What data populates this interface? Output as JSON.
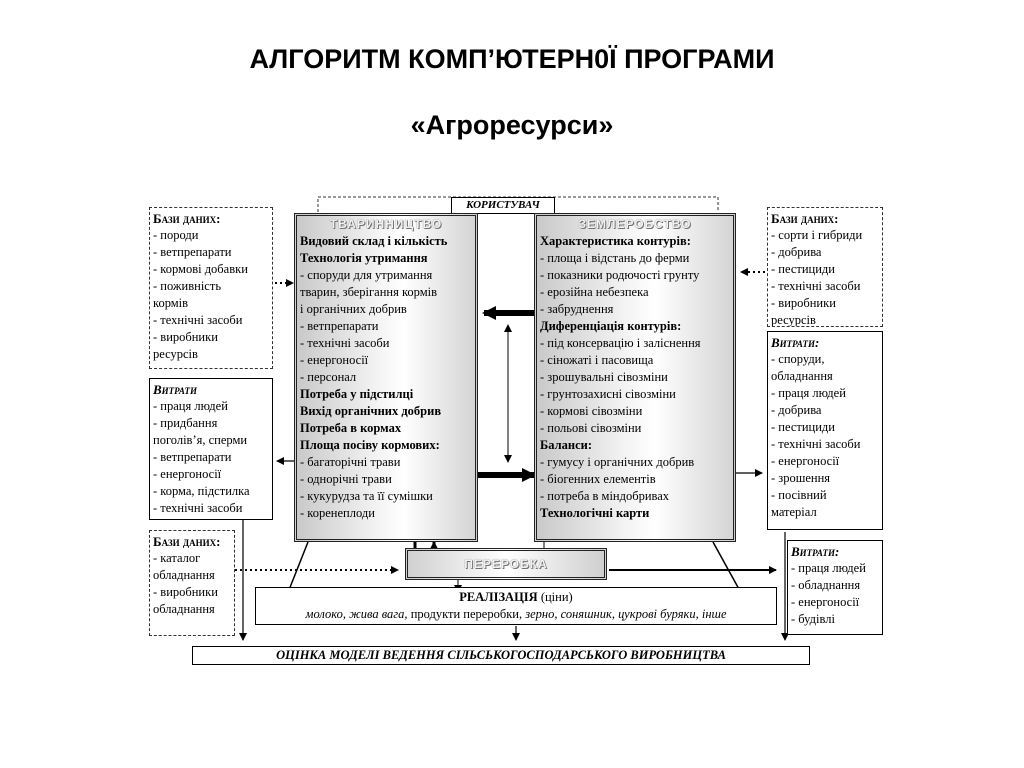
{
  "title": {
    "line1": "АЛГОРИТМ КОМП’ЮТЕРН0Ї ПРОГРАМИ",
    "line2": "«Агроресурси»"
  },
  "user_label": "КОРИСТУВАЧ",
  "left_boxes": [
    {
      "heading": "Бази даних:",
      "items": [
        "- породи",
        "- ветпрепарати",
        "- кормові добавки",
        "- поживність",
        "кормів",
        "- технічні засоби",
        "- виробники",
        "ресурсів"
      ]
    },
    {
      "heading": "Витрати",
      "items": [
        "- праця людей",
        "- придбання",
        "поголів’я, сперми",
        "- ветпрепарати",
        "- енергоносії",
        "- корма, підстилка",
        "- технічні засоби"
      ]
    },
    {
      "heading": "Бази даних:",
      "items": [
        "- каталог",
        "обладнання",
        "- виробники",
        "обладнання"
      ]
    }
  ],
  "right_boxes": [
    {
      "heading": "Бази даних:",
      "items": [
        "- сорти і гибриди",
        "- добрива",
        "- пестициди",
        "- технічні засоби",
        "- виробники",
        "ресурсів"
      ]
    },
    {
      "heading": "Витрати:",
      "items": [
        "- споруди,",
        "обладнання",
        "- праця людей",
        "- добрива",
        "- пестициди",
        "- технічні засоби",
        "- енергоносії",
        "- зрошення",
        "- посівний",
        "матеріал"
      ]
    },
    {
      "heading": "Витрати:",
      "items": [
        "- праця людей",
        "- обладнання",
        "- енергоносії",
        "- будівлі"
      ]
    }
  ],
  "livestock_panel": {
    "header": "ТВАРИННИЦТВО",
    "lines": [
      {
        "text": "Видовий склад і кількість",
        "bold": true
      },
      {
        "text": "Технологія утримання",
        "bold": true
      },
      {
        "text": "- споруди для утримання",
        "bold": false
      },
      {
        "text": "тварин, зберігання кормів",
        "bold": false
      },
      {
        "text": "і органічних добрив",
        "bold": false
      },
      {
        "text": "- ветпрепарати",
        "bold": false
      },
      {
        "text": "- технічні засоби",
        "bold": false
      },
      {
        "text": "- енергоносії",
        "bold": false
      },
      {
        "text": "- персонал",
        "bold": false
      },
      {
        "text": "Потреба у підстилці",
        "bold": true
      },
      {
        "text": "Вихід органічних добрив",
        "bold": true
      },
      {
        "text": "Потреба в кормах",
        "bold": true
      },
      {
        "text": "Площа посіву кормових:",
        "bold": true
      },
      {
        "text": "- багаторічні трави",
        "bold": false
      },
      {
        "text": "- однорічні трави",
        "bold": false
      },
      {
        "text": "- кукурудза та її сумішки",
        "bold": false
      },
      {
        "text": "- коренеплоди",
        "bold": false
      }
    ]
  },
  "crop_panel": {
    "header": "ЗЕМЛЕРОБСТВО",
    "lines": [
      {
        "text": "Характеристика контурів:",
        "bold": true
      },
      {
        "text": "- площа і відстань до ферми",
        "bold": false
      },
      {
        "text": "- показники родючості грунту",
        "bold": false
      },
      {
        "text": "- ерозійна небезпека",
        "bold": false
      },
      {
        "text": "- забруднення",
        "bold": false
      },
      {
        "text": "Диференціація контурів:",
        "bold": true
      },
      {
        "text": "- під консервацію і заліснення",
        "bold": false
      },
      {
        "text": "- сіножаті і пасовища",
        "bold": false
      },
      {
        "text": "- зрошувальні сівозміни",
        "bold": false
      },
      {
        "text": "- грунтозахисні сівозміни",
        "bold": false
      },
      {
        "text": "- кормові сівозміни",
        "bold": false
      },
      {
        "text": "- польові сівозміни",
        "bold": false
      },
      {
        "text": "Баланси:",
        "bold": true
      },
      {
        "text": "- гумусу і органічних добрив",
        "bold": false
      },
      {
        "text": "- біогенних елементів",
        "bold": false
      },
      {
        "text": "- потреба в міндобривах",
        "bold": false
      },
      {
        "text": "Технологічні карти",
        "bold": true
      }
    ]
  },
  "processing_label": "ПЕРЕРОБКА",
  "realization": {
    "title": "РЕАЛІЗАЦІЯ",
    "prices": "(ціни)",
    "products_a": "молоко, жива вага,",
    "products_b": "продукти переробки,",
    "products_c": "зерно, соняшник,  цукрові буряки, інше"
  },
  "evaluation": "ОЦІНКА МОДЕЛІ ВЕДЕННЯ СІЛЬСЬКОГОСПОДАРСЬКОГО ВИРОБНИЦТВА"
}
